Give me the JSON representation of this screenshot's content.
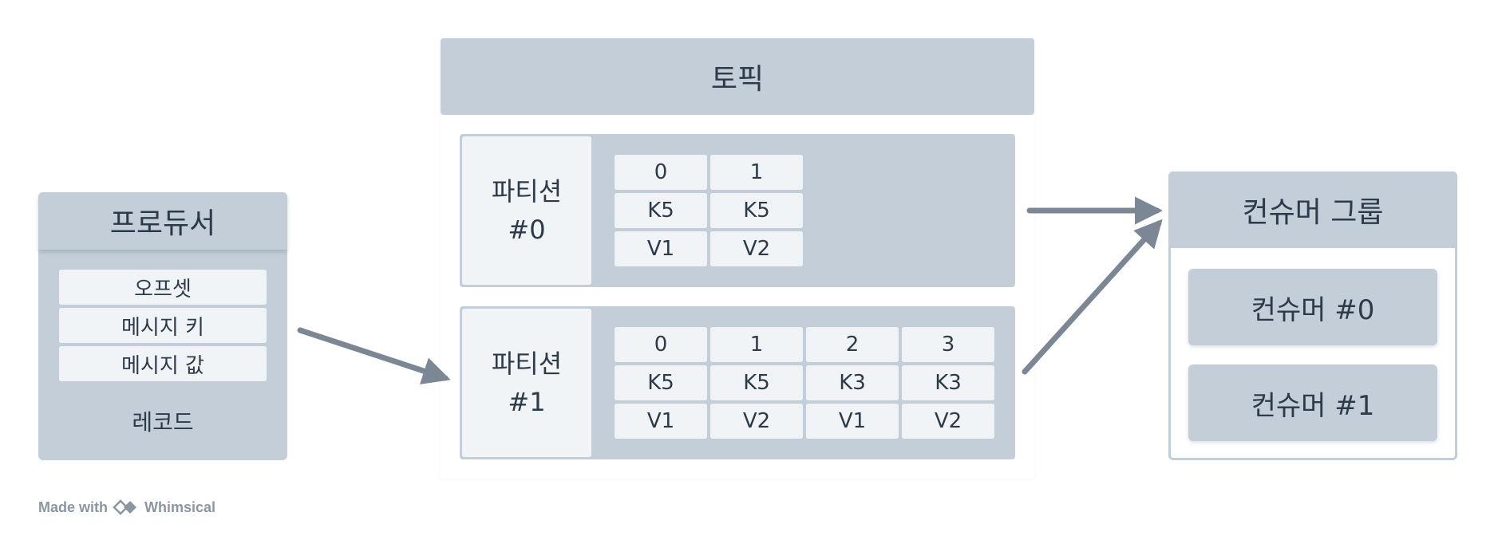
{
  "producer": {
    "title": "프로듀서",
    "fields": [
      "오프셋",
      "메시지 키",
      "메시지 값"
    ],
    "record_label": "레코드"
  },
  "topic": {
    "title": "토픽",
    "partitions": [
      {
        "label": "파티션\n#0",
        "offsets": [
          "0",
          "1"
        ],
        "keys": [
          "K5",
          "K5"
        ],
        "values": [
          "V1",
          "V2"
        ]
      },
      {
        "label": "파티션\n#1",
        "offsets": [
          "0",
          "1",
          "2",
          "3"
        ],
        "keys": [
          "K5",
          "K5",
          "K3",
          "K3"
        ],
        "values": [
          "V1",
          "V2",
          "V1",
          "V2"
        ]
      }
    ]
  },
  "consumer_group": {
    "title": "컨슈머 그룹",
    "consumers": [
      "컨슈머 #0",
      "컨슈머 #1"
    ]
  },
  "watermark": {
    "prefix": "Made with",
    "brand": "Whimsical"
  },
  "colors": {
    "box_fill": "#c3ced8",
    "cell_fill": "#f1f4f7",
    "arrow": "#7b8794",
    "text": "#2d3a4a"
  }
}
